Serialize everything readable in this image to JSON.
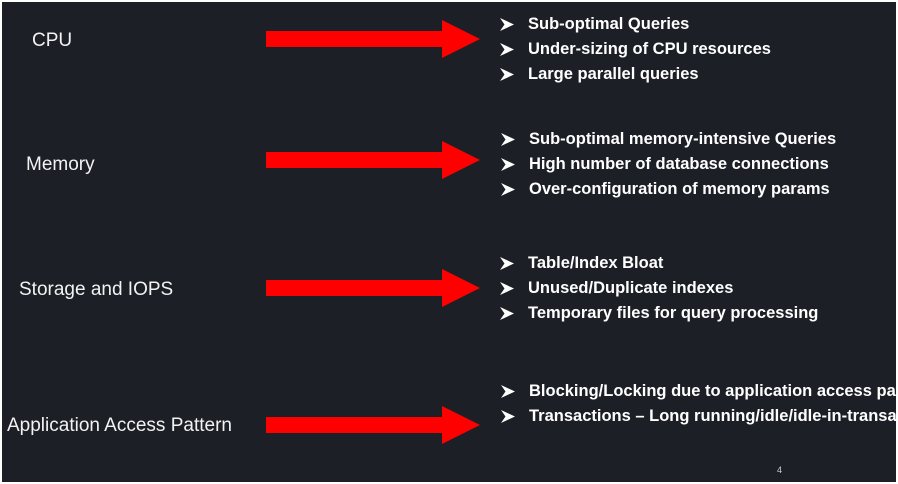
{
  "rows": [
    {
      "category": "CPU",
      "bullets": [
        "Sub-optimal Queries",
        "Under-sizing of CPU resources",
        "Large parallel queries"
      ]
    },
    {
      "category": "Memory",
      "bullets": [
        "Sub-optimal memory-intensive Queries",
        "High number of database connections",
        "Over-configuration of memory params"
      ]
    },
    {
      "category": "Storage and IOPS",
      "bullets": [
        "Table/Index Bloat",
        "Unused/Duplicate indexes",
        "Temporary files for query processing"
      ]
    },
    {
      "category": "Application Access Pattern",
      "bullets": [
        "Blocking/Locking due to application access pattern",
        "Transactions – Long running/idle/idle-in-transaction/subtransactions"
      ]
    }
  ],
  "page_number": "4",
  "colors": {
    "background": "#1c1f26",
    "arrow": "#ff0000",
    "text": "#ffffff"
  }
}
